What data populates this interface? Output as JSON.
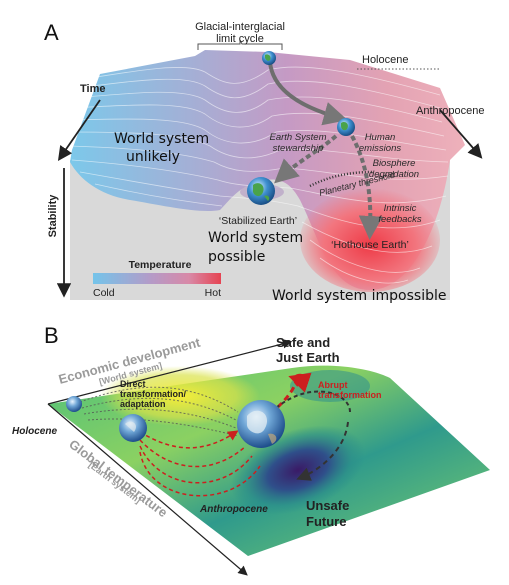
{
  "panel_a": {
    "letter": "A",
    "limit_cycle_line1": "Glacial-interglacial",
    "limit_cycle_line2": "limit cycle",
    "holocene": "Holocene",
    "anthropocene": "Anthropocene",
    "time": "Time",
    "stability": "Stability",
    "earth_system_line1": "Earth System",
    "earth_system_line2": "stewardship",
    "human_line1": "Human",
    "human_line2": "emissions",
    "biosphere_line1": "Biosphere",
    "biosphere_line2": "degradation",
    "planetary_threshold": "Planetary threshold",
    "intrinsic_line1": "Intrinsic",
    "intrinsic_line2": "feedbacks",
    "stabilized_earth": "‘Stabilized Earth’",
    "hothouse_earth": "‘Hothouse Earth’",
    "temperature": "Temperature",
    "cold": "Cold",
    "hot": "Hot",
    "world_unlikely_line1": "World system",
    "world_unlikely_line2": "unlikely",
    "world_possible_line1": "World system",
    "world_possible_line2": "possible",
    "world_impossible": "World system impossible"
  },
  "panel_b": {
    "letter": "B",
    "economic_development": "Economic development",
    "world_system_bracket": "[World system]",
    "safe_line1": "Safe and",
    "safe_line2": "Just Earth",
    "direct_line1": "Direct",
    "direct_line2": "transformation/",
    "direct_line3": "adaptation",
    "abrupt_line1": "Abrupt",
    "abrupt_line2": "transformation",
    "holocene": "Holocene",
    "global_temperature": "Global temperature",
    "earth_system_bracket": "[Earth system]",
    "anthropocene": "Anthropocene",
    "unsafe_line1": "Unsafe",
    "unsafe_line2": "Future"
  },
  "colors": {
    "cold": "#74c0e6",
    "hot": "#e8505a",
    "path_grey": "#777777",
    "abrupt_red": "#cc1f1f",
    "landscape_green": "#3fb56a",
    "landscape_purple": "#3b1f63",
    "landscape_yellow": "#f5ef3a"
  }
}
